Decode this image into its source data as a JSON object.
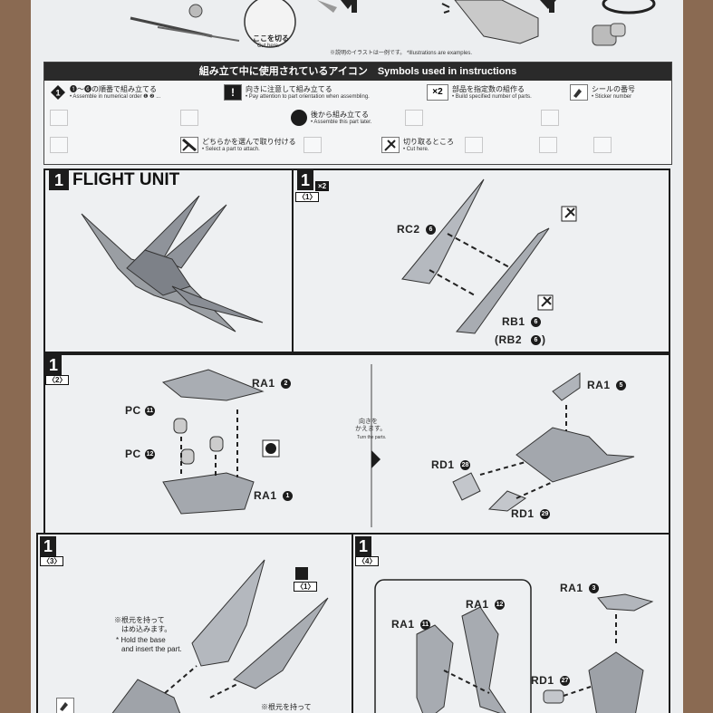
{
  "top": {
    "cut_here_jp": "ここを切る",
    "cut_here_en": "Cut here.",
    "illustration_note": "※説明のイラストは一例です。 *Illustrations are examples."
  },
  "symbols": {
    "header": "組み立て中に使用されているアイコン　Symbols used in instructions",
    "assemble_order_jp": "❶～❻の順番で組み立てる",
    "assemble_order_en": "• Assemble in numerical order ❶ ❷ ...",
    "orientation_jp": "向きに注意して組み立てる",
    "orientation_en": "• Pay attention to part orientation when assembling.",
    "build_multiple_badge": "×2",
    "build_multiple_jp": "部品を指定数の組作る",
    "build_multiple_en": "• Build specified number of parts.",
    "sticker_jp": "シールの番号",
    "sticker_en": "• Sticker number",
    "assemble_later_jp": "後から組み立てる",
    "assemble_later_en": "• Assemble this part later.",
    "select_part_jp": "どちらかを選んで取り付ける",
    "select_part_en": "• Select a part to attach.",
    "cut_jp": "切り取るところ",
    "cut_en": "• Cut here."
  },
  "step1": {
    "number": "1",
    "title": "FLIGHT UNIT",
    "sub1": "〈1〉",
    "sub1_count": "×2",
    "sub2": "〈2〉",
    "sub3": "〈3〉",
    "sub4": "〈4〉",
    "ref_sub": "〈1〉"
  },
  "parts": {
    "rc2": "RC2",
    "rc2_no": "6",
    "rb1": "RB1",
    "rb1_no": "6",
    "rb2": "(RB2",
    "rb2_no": "6",
    "rb2_close": ")",
    "ra1_2": "RA1",
    "ra1_2_no": "2",
    "pc11": "PC",
    "pc11_no": "11",
    "pc12": "PC",
    "pc12_no": "12",
    "ra1_1": "RA1",
    "ra1_1_no": "1",
    "ra1_5": "RA1",
    "ra1_5_no": "5",
    "rd1_28": "RD1",
    "rd1_28_no": "28",
    "rd1_29": "RD1",
    "rd1_29_no": "29",
    "ra1_3": "RA1",
    "ra1_3_no": "3",
    "ra1_12": "RA1",
    "ra1_12_no": "12",
    "ra1_11": "RA1",
    "ra1_11_no": "11",
    "rd1_27": "RD1",
    "rd1_27_no": "27"
  },
  "notes": {
    "turn_jp_1": "向きを",
    "turn_jp_2": "かえます。",
    "turn_en": "Turn the parts.",
    "hold_jp_1": "※根元を持って",
    "hold_jp_2": "はめ込みます。",
    "hold_en_1": "* Hold the base",
    "hold_en_2": "and insert the part.",
    "hold2_jp": "※根元を持って"
  }
}
